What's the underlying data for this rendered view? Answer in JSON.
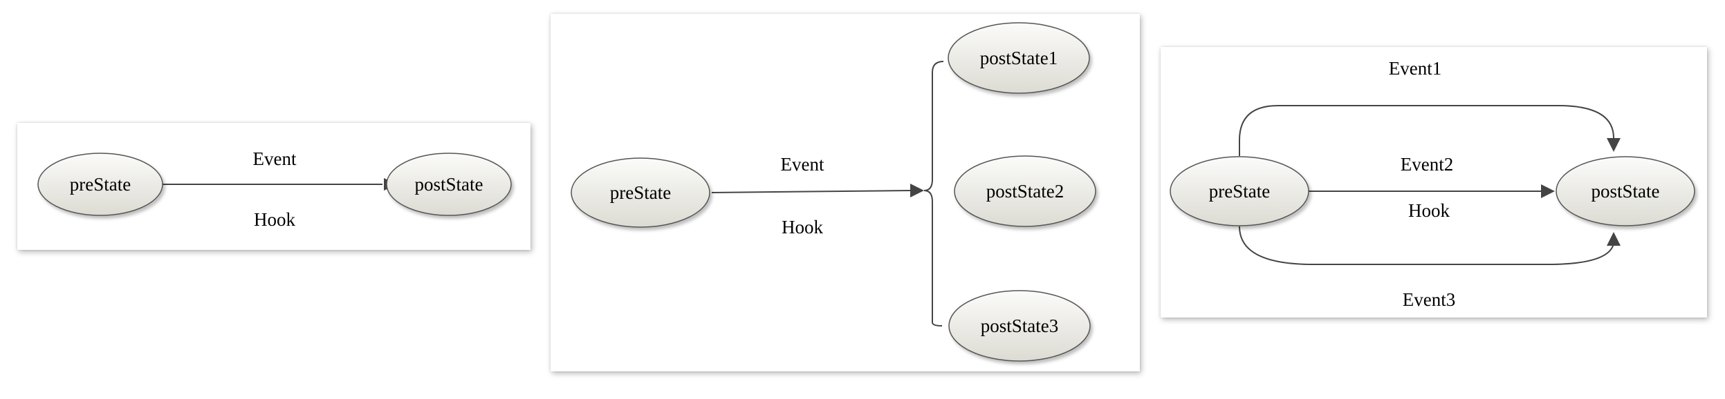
{
  "diagrams": [
    {
      "nodes": {
        "pre": "preState",
        "post": "postState"
      },
      "edge_labels": {
        "event": "Event",
        "hook": "Hook"
      }
    },
    {
      "nodes": {
        "pre": "preState",
        "post1": "postState1",
        "post2": "postState2",
        "post3": "postState3"
      },
      "edge_labels": {
        "event": "Event",
        "hook": "Hook"
      }
    },
    {
      "nodes": {
        "pre": "preState",
        "post": "postState"
      },
      "edge_labels": {
        "event1": "Event1",
        "event2": "Event2",
        "event3": "Event3",
        "hook": "Hook"
      }
    }
  ],
  "colors": {
    "node_fill_light": "#fbfbf9",
    "node_fill_dark": "#deddd6",
    "node_stroke": "#555555",
    "edge": "#444444"
  }
}
